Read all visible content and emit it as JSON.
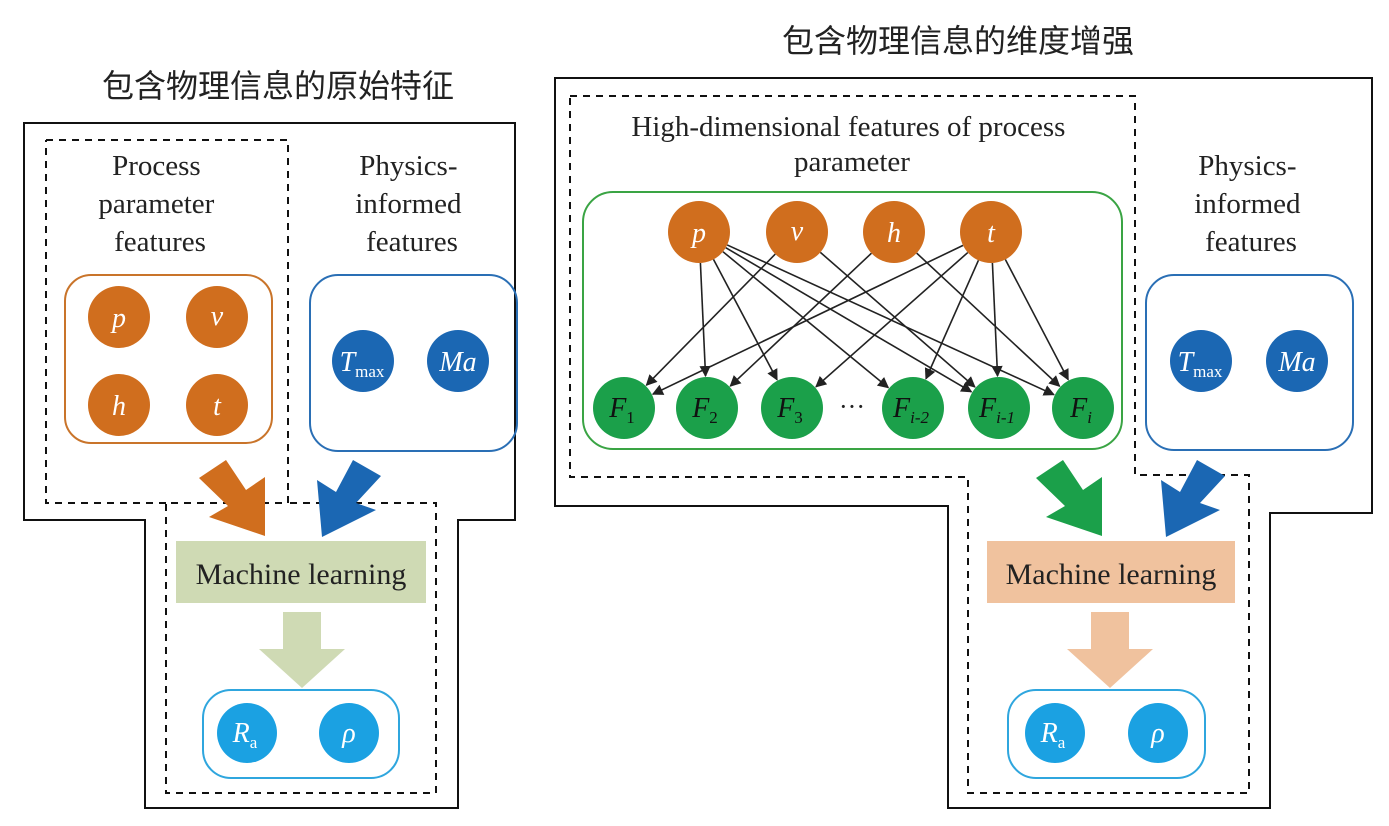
{
  "left": {
    "title": "包含物理信息的原始特征",
    "process_label": [
      "Process",
      "parameter",
      "features"
    ],
    "physics_label": [
      "Physics-",
      "informed",
      "features"
    ],
    "process_vars": [
      "p",
      "v",
      "h",
      "t"
    ],
    "physics_vars": [
      {
        "main": "T",
        "sub": "max"
      },
      {
        "main": "Ma",
        "sub": ""
      }
    ],
    "ml_label": "Machine learning",
    "outputs": [
      {
        "main": "R",
        "sub": "a"
      },
      {
        "main": "ρ",
        "sub": ""
      }
    ]
  },
  "right": {
    "title": "包含物理信息的维度增强",
    "hd_label": [
      "High-dimensional features of process",
      "parameter"
    ],
    "process_vars": [
      "p",
      "v",
      "h",
      "t"
    ],
    "derived": [
      {
        "main": "F",
        "sub": "1"
      },
      {
        "main": "F",
        "sub": "2"
      },
      {
        "main": "F",
        "sub": "3"
      },
      {
        "main": "F",
        "sub": "i-2"
      },
      {
        "main": "F",
        "sub": "i-1"
      },
      {
        "main": "F",
        "sub": "i"
      }
    ],
    "ellipsis": "···",
    "physics_label": [
      "Physics-",
      "informed",
      "features"
    ],
    "physics_vars": [
      {
        "main": "T",
        "sub": "max"
      },
      {
        "main": "Ma",
        "sub": ""
      }
    ],
    "ml_label": "Machine learning",
    "outputs": [
      {
        "main": "R",
        "sub": "a"
      },
      {
        "main": "ρ",
        "sub": ""
      }
    ]
  },
  "colors": {
    "orange": "#D06E1E",
    "blue_dark": "#1B67B3",
    "blue_light": "#1BA1E2",
    "green": "#1BA04A",
    "green_frame": "#3AA444",
    "ml_left_bg": "#CFDAB4",
    "ml_right_bg": "#F0C29E",
    "outline_blue": "#2A6FB5",
    "outline_orange": "#C9742A",
    "outline_output": "#2FA6DE"
  }
}
